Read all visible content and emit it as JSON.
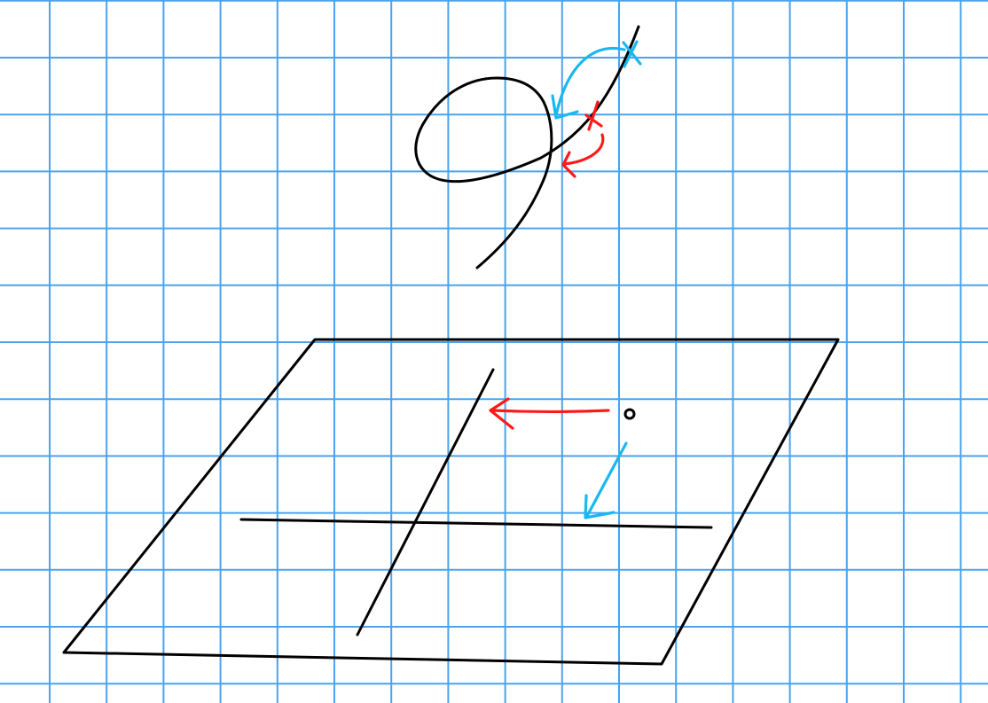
{
  "colors": {
    "paper": "#ffffff",
    "grid": "#4aa3ee",
    "ink": "#000000",
    "red_annotation": "#ff1a1a",
    "blue_annotation": "#1ab8f0"
  },
  "background": "graph-paper",
  "figures": [
    {
      "name": "curve-with-loop",
      "color": "ink"
    },
    {
      "name": "plane-parallelogram",
      "color": "ink"
    },
    {
      "name": "line-in-plane-slanted",
      "color": "ink"
    },
    {
      "name": "line-in-plane-horizontal",
      "color": "ink"
    },
    {
      "name": "point-above-plane",
      "color": "ink"
    }
  ],
  "annotations": [
    {
      "name": "blue-x-mark-on-curve",
      "color": "blue_annotation",
      "shape": "cross"
    },
    {
      "name": "blue-arrow-to-loop",
      "color": "blue_annotation",
      "shape": "arrow"
    },
    {
      "name": "red-x-mark-on-curve",
      "color": "red_annotation",
      "shape": "cross"
    },
    {
      "name": "red-arrow-to-crossing",
      "color": "red_annotation",
      "shape": "arrow"
    },
    {
      "name": "red-arrow-point-to-slanted-line",
      "color": "red_annotation",
      "shape": "arrow"
    },
    {
      "name": "blue-arrow-point-to-horizontal-line",
      "color": "blue_annotation",
      "shape": "arrow"
    }
  ]
}
